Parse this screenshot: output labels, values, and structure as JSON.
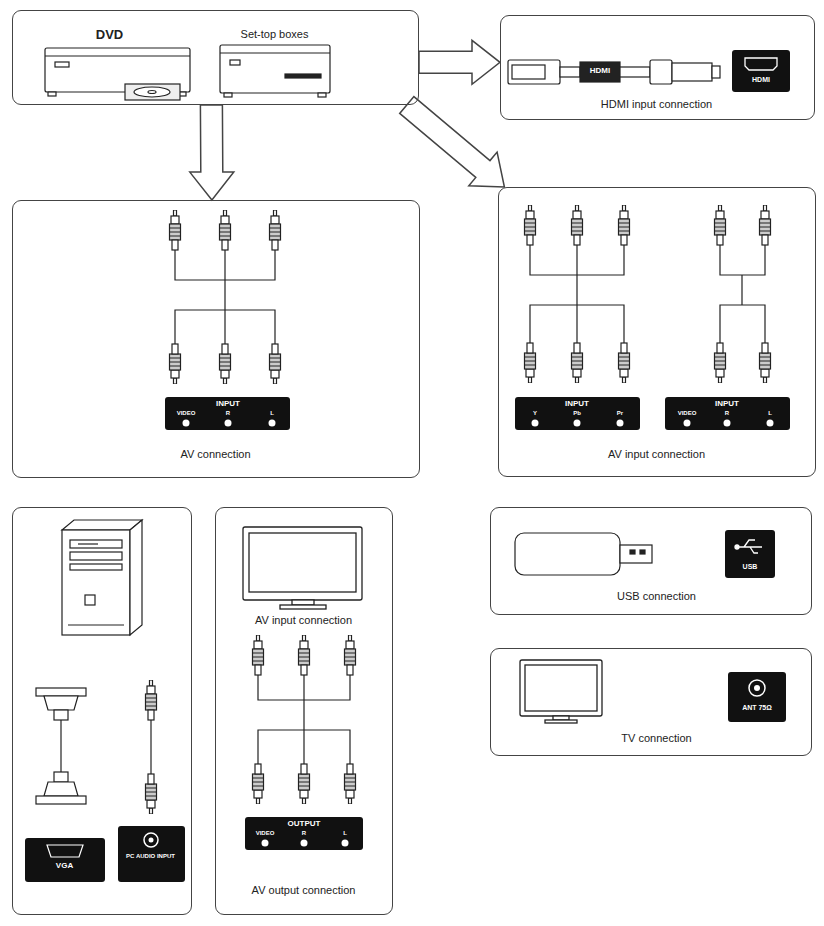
{
  "diagram": {
    "nodes": [
      {
        "text": [
          "DVD",
          "Set-top boxes"
        ]
      },
      {
        "text": [
          "HDMI input connection"
        ]
      },
      {
        "text": [
          "AV connection"
        ]
      },
      {
        "text": [
          "AV input connection"
        ]
      },
      {
        "text": [
          "VGA",
          "PC AUDIO INPUT"
        ]
      },
      {
        "text": [
          "AV input connection",
          "AV output connection"
        ]
      },
      {
        "text": [
          "USB connection"
        ]
      },
      {
        "text": [
          "TV connection"
        ]
      }
    ],
    "edges": [
      {
        "from": 0,
        "to": 1,
        "arrow": "to"
      },
      {
        "from": 0,
        "to": 2,
        "arrow": "to"
      },
      {
        "from": 0,
        "to": 3,
        "arrow": "to"
      }
    ],
    "labels": [
      "HDMI",
      "HDMI",
      "INPUT",
      "VIDEO",
      "R",
      "L",
      "INPUT",
      "Y",
      "Pb",
      "Pr",
      "INPUT",
      "VIDEO",
      "R",
      "L",
      "OUTPUT",
      "VIDEO",
      "R",
      "L",
      "USB",
      "ANT 75Ω"
    ]
  }
}
